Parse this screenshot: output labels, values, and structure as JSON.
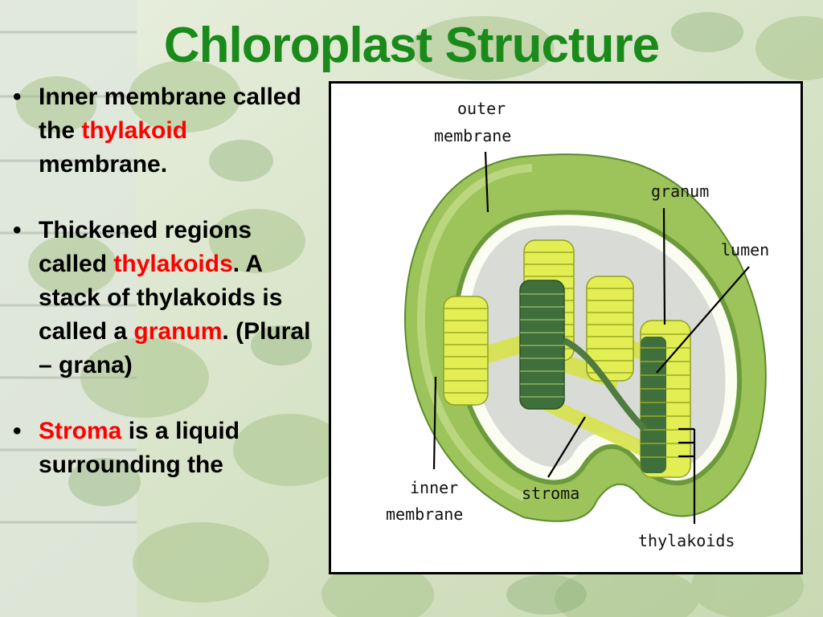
{
  "title": "Chloroplast Structure",
  "colors": {
    "title": "#1a8a1a",
    "highlight": "#ff0000",
    "outer_green": "#9cc45a",
    "grana_yellow": "#e3ee55",
    "lumen_dark": "#3f6f3a"
  },
  "bullets": [
    {
      "parts": [
        "Inner membrane called the ",
        "thylakoid",
        " membrane."
      ]
    },
    {
      "parts": [
        "Thickened regions called ",
        "thylakoids",
        ".  A stack of thylakoids is called a ",
        "granum",
        ". (Plural – grana)"
      ]
    },
    {
      "parts": [
        "Stroma",
        " is a liquid surrounding the"
      ]
    }
  ],
  "diagram": {
    "labels": {
      "outer_1": "outer",
      "outer_2": "membrane",
      "granum": "granum",
      "lumen": "lumen",
      "inner_1": "inner",
      "inner_2": "membrane",
      "stroma": "stroma",
      "thylakoids": "thylakoids"
    }
  }
}
